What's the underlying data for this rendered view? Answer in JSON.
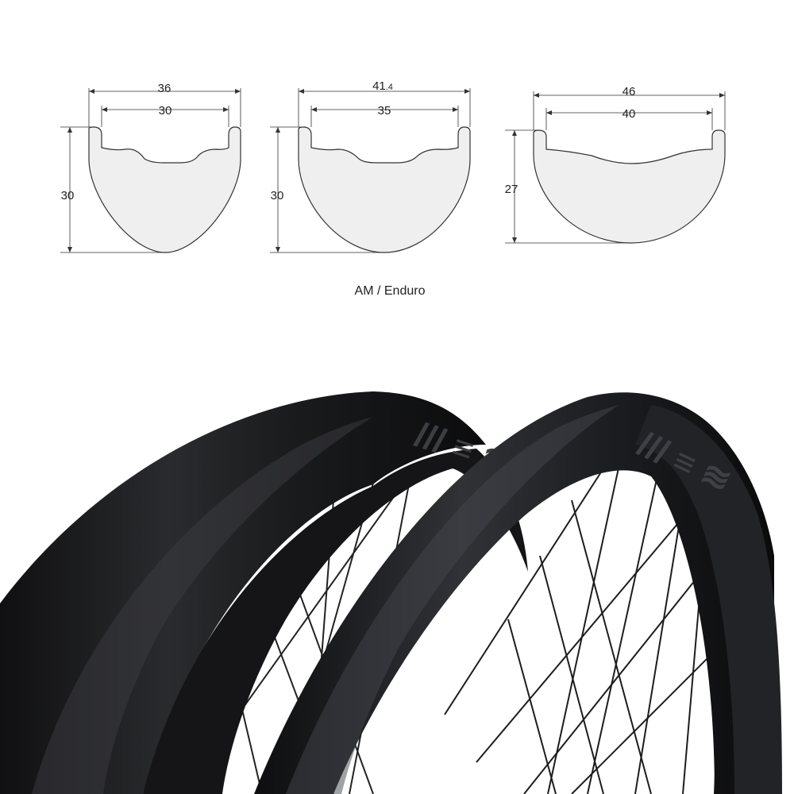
{
  "profiles": [
    {
      "outer_width": "36",
      "inner_width": "30",
      "depth": "30"
    },
    {
      "outer_width_main": "41",
      "outer_width_decimal": ".4",
      "inner_width": "35",
      "depth": "30"
    },
    {
      "outer_width": "46",
      "inner_width": "40",
      "depth": "27"
    }
  ],
  "caption": "AM / Enduro",
  "colors": {
    "rim_fill": "#efefef",
    "line": "#333333",
    "rim_black": "#1c1c1e"
  }
}
